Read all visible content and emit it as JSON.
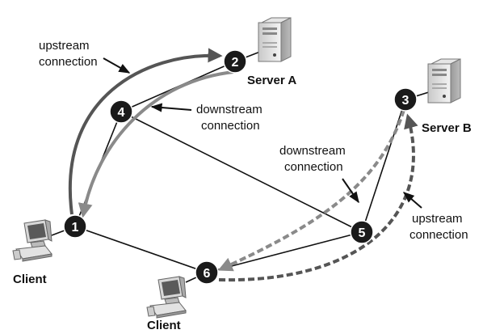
{
  "nodes": [
    {
      "id": "1",
      "label": "1"
    },
    {
      "id": "2",
      "label": "2"
    },
    {
      "id": "3",
      "label": "3"
    },
    {
      "id": "4",
      "label": "4"
    },
    {
      "id": "5",
      "label": "5"
    },
    {
      "id": "6",
      "label": "6"
    }
  ],
  "devices": {
    "server_a": "Server A",
    "server_b": "Server B",
    "client_1": "Client",
    "client_2": "Client"
  },
  "annotations": {
    "upstream_a_line1": "upstream",
    "upstream_a_line2": "connection",
    "downstream_a_line1": "downstream",
    "downstream_a_line2": "connection",
    "downstream_b_line1": "downstream",
    "downstream_b_line2": "connection",
    "upstream_b_line1": "upstream",
    "upstream_b_line2": "connection"
  },
  "colors": {
    "link": "#111111",
    "upstream_a": "#555555",
    "downstream_a": "#8a8a8a",
    "downstream_b": "#8a8a8a",
    "upstream_b": "#555555",
    "node_fill": "#1a1a1a"
  }
}
